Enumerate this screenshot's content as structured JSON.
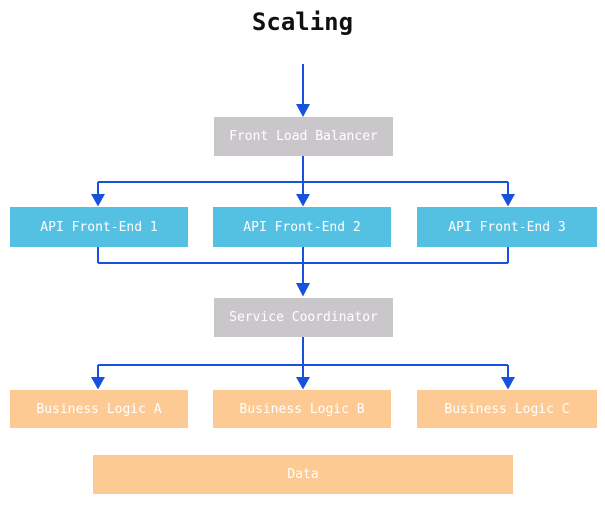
{
  "title": "Scaling",
  "colors": {
    "arrow": "#1652dd",
    "gray_node": "#cac7ca",
    "cyan_node": "#54c0e2",
    "orange_node": "#fcca92",
    "node_text": "#ffffff",
    "title_text": "#111111",
    "canvas_bg": "#ffffff"
  },
  "diagram": {
    "nodes": [
      {
        "id": "front-load-balancer",
        "label": "Front Load Balancer",
        "type": "gray"
      },
      {
        "id": "api-front-end-1",
        "label": "API Front-End 1",
        "type": "cyan"
      },
      {
        "id": "api-front-end-2",
        "label": "API Front-End 2",
        "type": "cyan"
      },
      {
        "id": "api-front-end-3",
        "label": "API Front-End 3",
        "type": "cyan"
      },
      {
        "id": "service-coordinator",
        "label": "Service Coordinator",
        "type": "gray"
      },
      {
        "id": "business-logic-a",
        "label": "Business Logic A",
        "type": "orange"
      },
      {
        "id": "business-logic-b",
        "label": "Business Logic B",
        "type": "orange"
      },
      {
        "id": "business-logic-c",
        "label": "Business Logic C",
        "type": "orange"
      },
      {
        "id": "data",
        "label": "Data",
        "type": "orange"
      }
    ],
    "entry_arrow": {
      "to": "Front Load Balancer"
    },
    "edges": [
      {
        "from": "Front Load Balancer",
        "to": "API Front-End 1"
      },
      {
        "from": "Front Load Balancer",
        "to": "API Front-End 2"
      },
      {
        "from": "Front Load Balancer",
        "to": "API Front-End 3"
      },
      {
        "from": "API Front-End 1",
        "to": "Service Coordinator"
      },
      {
        "from": "API Front-End 2",
        "to": "Service Coordinator"
      },
      {
        "from": "API Front-End 3",
        "to": "Service Coordinator"
      },
      {
        "from": "Service Coordinator",
        "to": "Business Logic A"
      },
      {
        "from": "Service Coordinator",
        "to": "Business Logic B"
      },
      {
        "from": "Service Coordinator",
        "to": "Business Logic C"
      }
    ]
  }
}
